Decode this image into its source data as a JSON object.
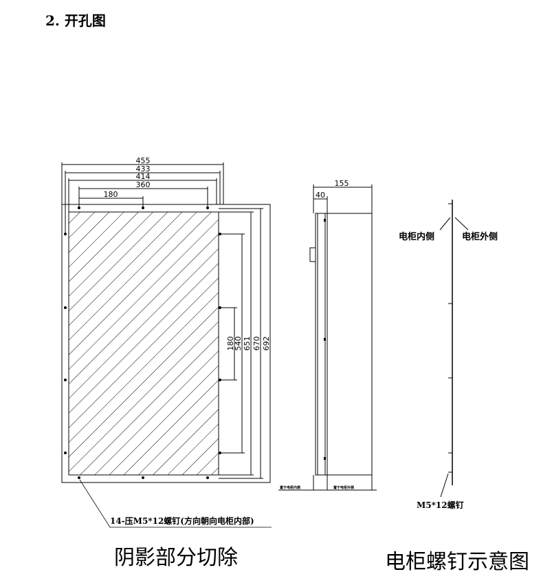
{
  "heading": "2. 开孔图",
  "front_view": {
    "dims_horizontal": [
      "455",
      "433",
      "414",
      "360",
      "180"
    ],
    "dims_vertical": [
      "180",
      "540",
      "651",
      "670",
      "692"
    ],
    "screw_note": "14-压M5*12螺钉(方向朝向电柜内部)"
  },
  "side_view": {
    "dim_width": "155",
    "dim_offset": "40",
    "label_inner": "置于电柜内侧",
    "label_outer": "置于电柜外侧"
  },
  "screw_view": {
    "label_inner": "电柜内侧",
    "label_outer": "电柜外侧",
    "screw_label": "M5*12螺钉"
  },
  "captions": {
    "left": "阴影部分切除",
    "right": "电柜螺钉示意图"
  }
}
